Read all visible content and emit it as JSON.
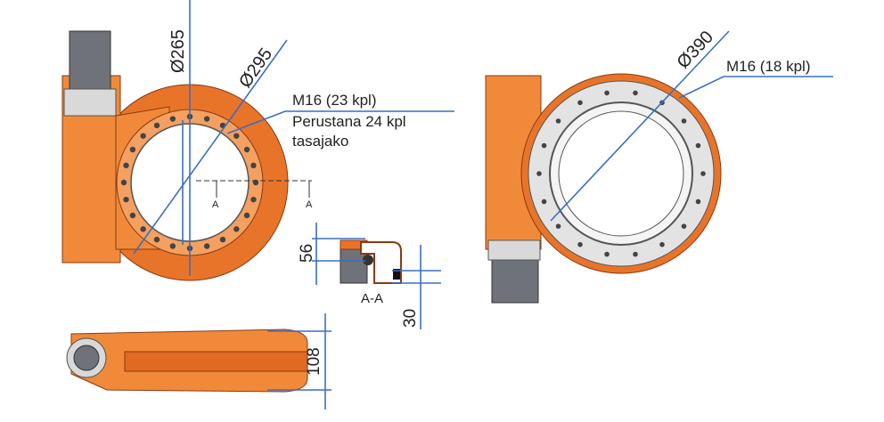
{
  "labels": {
    "d265": "Ø265",
    "d295": "Ø295",
    "d390": "Ø390",
    "m16_left": "M16 (23 kpl)",
    "perustana": "Perustana 24 kpl",
    "tasajako": "tasajako",
    "m16_right": "M16 (18 kpl)",
    "section_a_left": "A",
    "section_a_right": "A",
    "section_aa": "A-A",
    "h56": "56",
    "h30": "30",
    "h108": "108"
  },
  "colors": {
    "orange": "#e8742a",
    "dimension": "#3a6fc4",
    "grey": "#6f7379"
  }
}
